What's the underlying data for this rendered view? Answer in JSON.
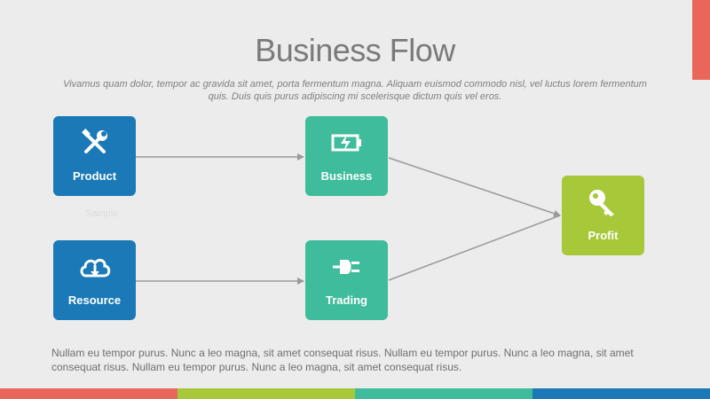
{
  "slide": {
    "title": "Business Flow",
    "subtitle": "Vivamus quam dolor, tempor ac gravida sit amet, porta fermentum magna. Aliquam euismod commodo nisl, vel luctus lorem fermentum quis. Duis quis purus adipiscing mi scelerisque dictum quis vel eros.",
    "body": "Nullam eu tempor purus. Nunc a leo magna, sit amet consequat risus. Nullam eu tempor purus. Nunc a leo magna, sit amet consequat risus. Nullam eu tempor purus. Nunc a leo magna, sit amet consequat risus.",
    "faded_label": "Sample"
  },
  "nodes": {
    "product": {
      "label": "Product",
      "icon": "tools-icon",
      "color": "#1a79b6"
    },
    "resource": {
      "label": "Resource",
      "icon": "cloud-download-icon",
      "color": "#1a79b6"
    },
    "business": {
      "label": "Business",
      "icon": "battery-charging-icon",
      "color": "#3ebc9b"
    },
    "trading": {
      "label": "Trading",
      "icon": "plug-icon",
      "color": "#3ebc9b"
    },
    "profit": {
      "label": "Profit",
      "icon": "key-icon",
      "color": "#a7c839"
    }
  },
  "edges": [
    {
      "from": "product",
      "to": "business"
    },
    {
      "from": "resource",
      "to": "trading"
    },
    {
      "from": "business",
      "to": "profit"
    },
    {
      "from": "trading",
      "to": "profit"
    }
  ],
  "colors": {
    "accent_corner": "#e8675a",
    "bottom_bar": [
      "#e8675a",
      "#a7c839",
      "#3ebc9b",
      "#1a79b6"
    ]
  }
}
